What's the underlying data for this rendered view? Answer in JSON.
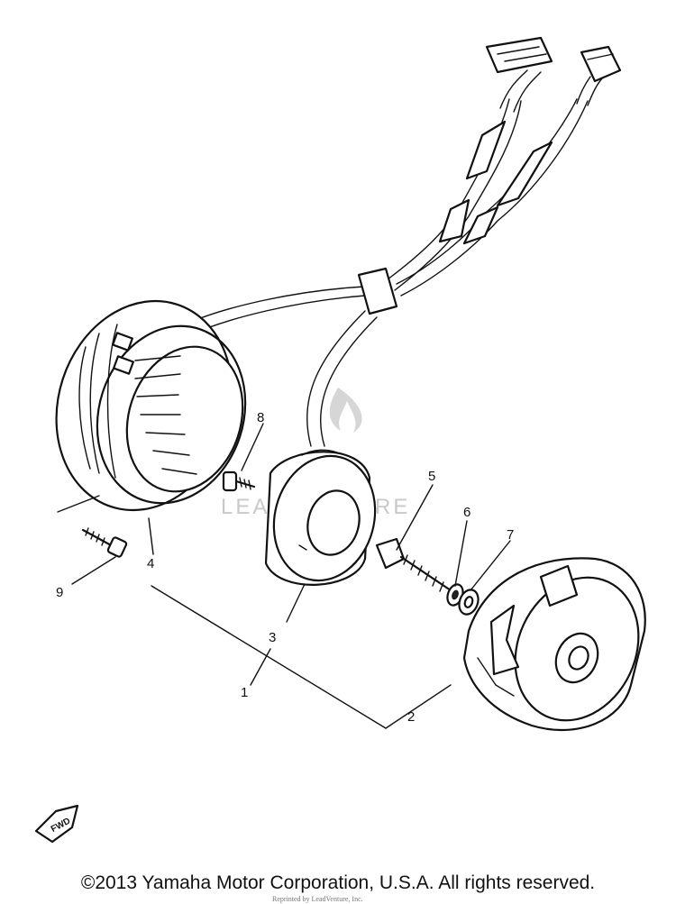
{
  "diagram": {
    "callouts": [
      {
        "id": "1",
        "label": "1"
      },
      {
        "id": "2",
        "label": "2"
      },
      {
        "id": "3",
        "label": "3"
      },
      {
        "id": "4",
        "label": "4"
      },
      {
        "id": "5",
        "label": "5"
      },
      {
        "id": "6",
        "label": "6"
      },
      {
        "id": "7",
        "label": "7"
      },
      {
        "id": "8",
        "label": "8"
      },
      {
        "id": "9",
        "label": "9"
      }
    ],
    "direction_label": "FWD",
    "watermark": "LEADVENTURE",
    "sub_credit": "Reprinted by LeadVenture, Inc."
  },
  "footer": {
    "copyright": "©2013 Yamaha Motor Corporation, U.S.A. All rights reserved."
  }
}
